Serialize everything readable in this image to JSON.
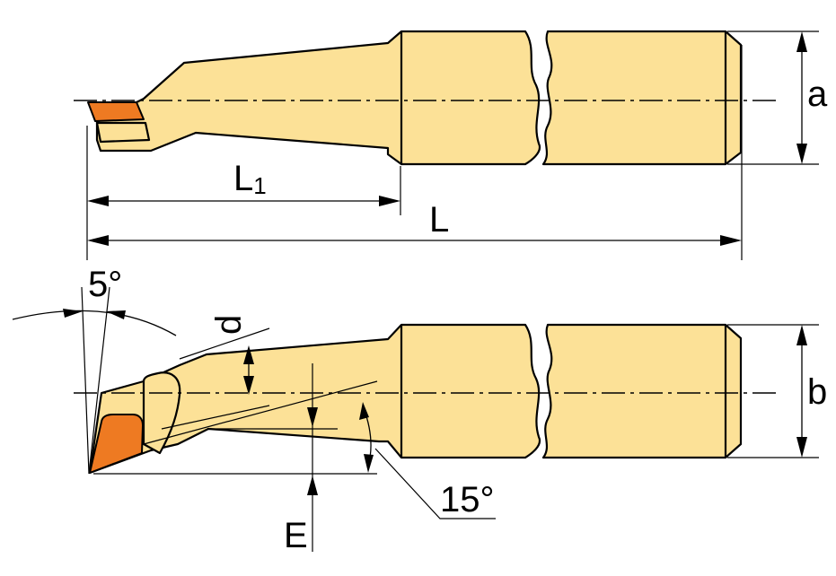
{
  "labels": {
    "a": "a",
    "b": "b",
    "L1_main": "L",
    "L1_sub": "1",
    "L": "L",
    "d": "d",
    "E": "E",
    "angle_relief": "5°",
    "angle_approach": "15°"
  },
  "colors": {
    "shank": "#FCE197",
    "insert": "#EE7A22",
    "line": "#000000"
  }
}
